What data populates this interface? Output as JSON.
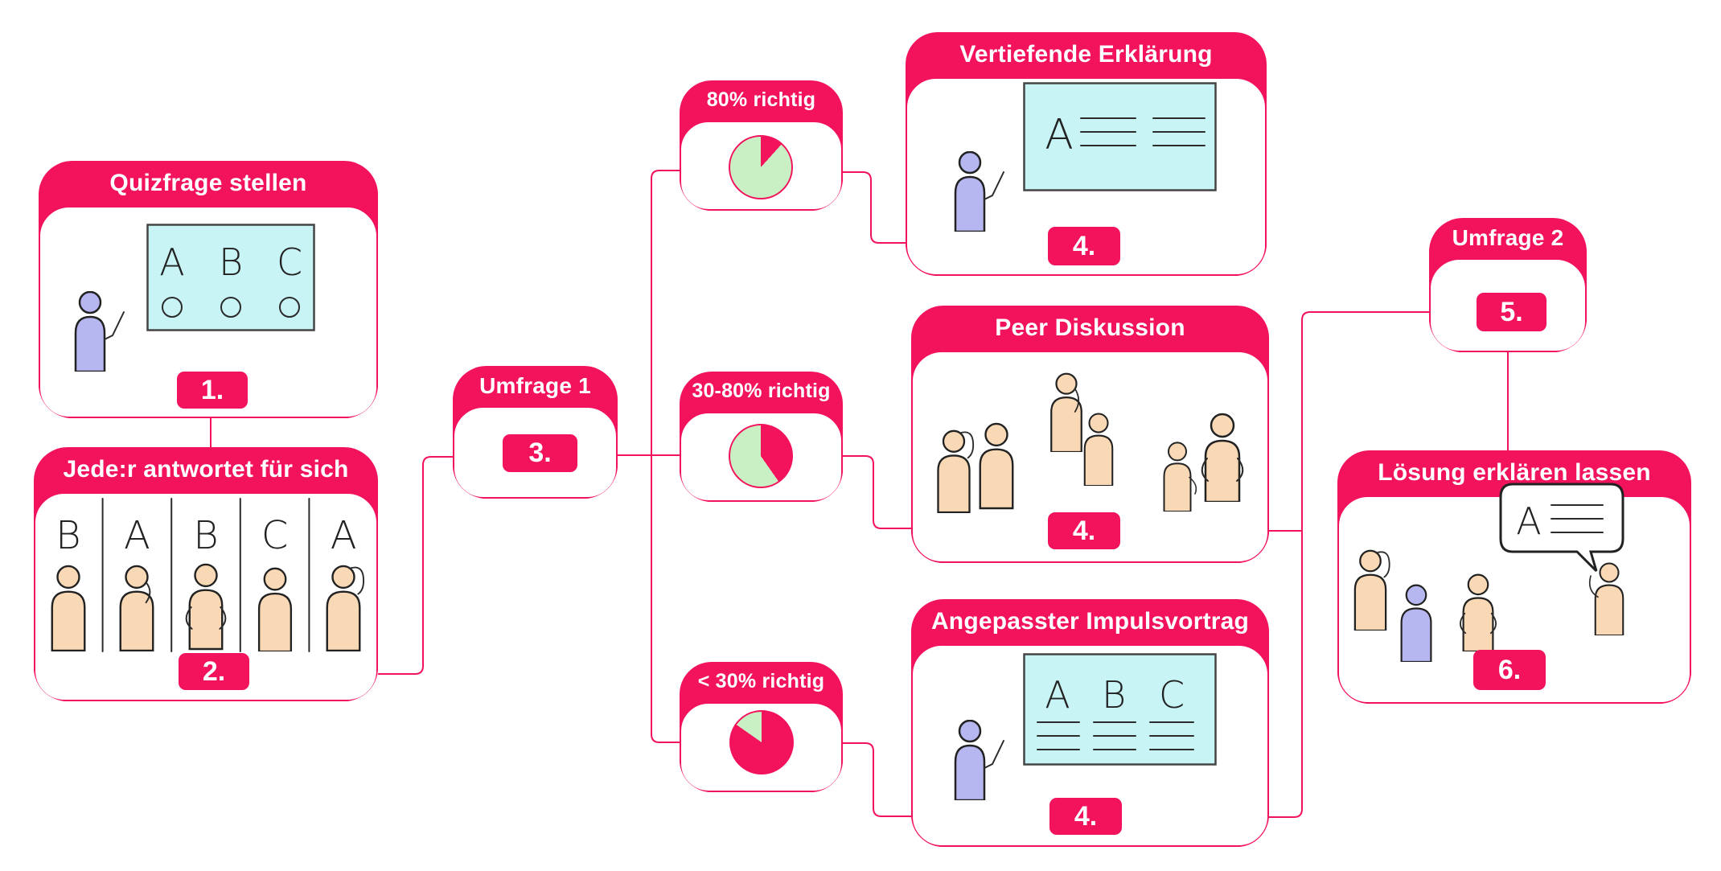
{
  "colors": {
    "accent": "#F2135C",
    "green": "#C9F0C4",
    "cyan": "#C9F4F6",
    "purple": "#B6B7F0",
    "skin": "#F9D9B5"
  },
  "nodes": {
    "quizfrage": {
      "title": "Quizfrage stellen",
      "step": "1.",
      "board_letters": [
        "A",
        "B",
        "C"
      ]
    },
    "antworten": {
      "title": "Jede:r antwortet für sich",
      "step": "2.",
      "answers": [
        "B",
        "A",
        "B",
        "C",
        "A"
      ]
    },
    "umfrage1": {
      "title": "Umfrage 1",
      "step": "3."
    },
    "p80": {
      "title": "80% richtig",
      "pie": {
        "red_deg": 42,
        "red_pct": 12,
        "green_pct": 88
      }
    },
    "p3080": {
      "title": "30-80% richtig",
      "pie": {
        "red_deg": 145,
        "red_pct": 40,
        "green_pct": 60
      }
    },
    "p30": {
      "title": "< 30% richtig",
      "pie": {
        "red_deg": 305,
        "red_pct": 85,
        "green_pct": 15
      }
    },
    "vertiefende": {
      "title": "Vertiefende Erklärung",
      "step": "4.",
      "board_letter": "A"
    },
    "peer": {
      "title": "Peer Diskussion",
      "step": "4."
    },
    "impuls": {
      "title": "Angepasster Impulsvortrag",
      "step": "4.",
      "board_letters": [
        "A",
        "B",
        "C"
      ]
    },
    "umfrage2": {
      "title": "Umfrage 2",
      "step": "5."
    },
    "loesung": {
      "title": "Lösung erklären lassen",
      "step": "6.",
      "bubble_letter": "A"
    }
  },
  "edges": [
    {
      "from": "quizfrage",
      "to": "antworten"
    },
    {
      "from": "antworten",
      "to": "umfrage1"
    },
    {
      "from": "umfrage1",
      "to": "p80"
    },
    {
      "from": "umfrage1",
      "to": "p3080"
    },
    {
      "from": "umfrage1",
      "to": "p30"
    },
    {
      "from": "p80",
      "to": "vertiefende"
    },
    {
      "from": "p3080",
      "to": "peer"
    },
    {
      "from": "p30",
      "to": "impuls"
    },
    {
      "from": "peer",
      "to": "umfrage2"
    },
    {
      "from": "impuls",
      "to": "umfrage2"
    },
    {
      "from": "umfrage2",
      "to": "loesung"
    }
  ]
}
